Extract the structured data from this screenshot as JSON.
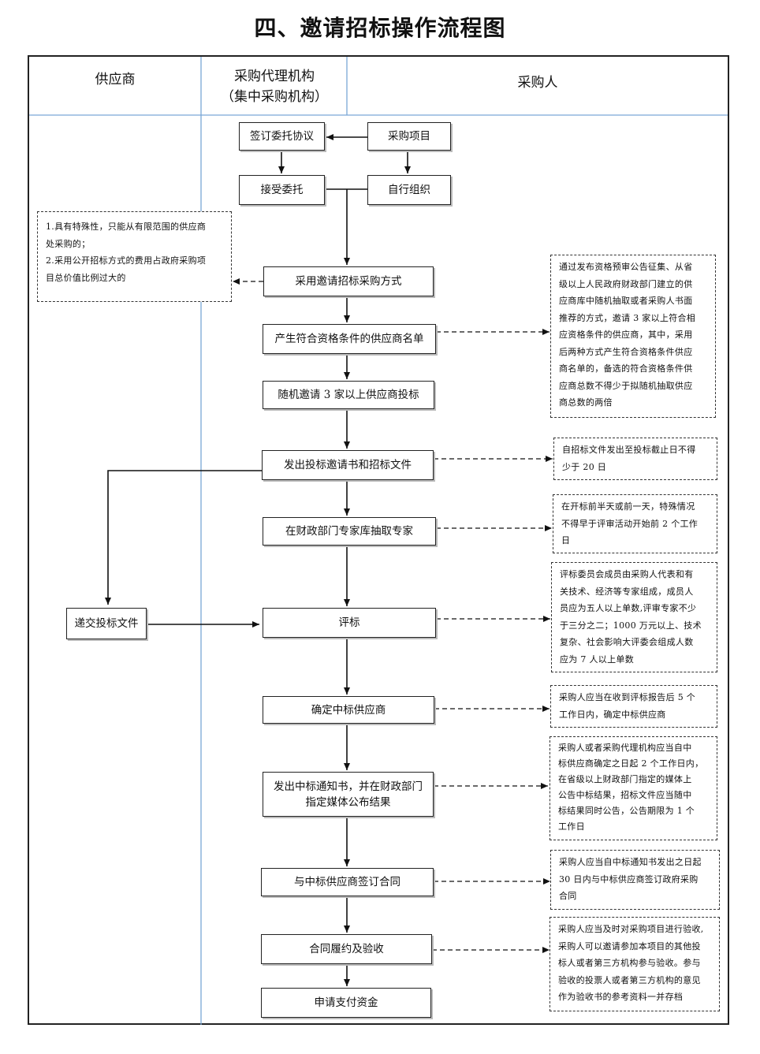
{
  "title": "四、邀请招标操作流程图",
  "lanes": {
    "supplier": "供应商",
    "agency": "采购代理机构\n（集中采购机构）",
    "purchaser": "采购人"
  },
  "boxes": {
    "sign": "签订委托协议",
    "project": "采购项目",
    "accept": "接受委托",
    "self": "自行组织",
    "method": "采用邀请招标采购方式",
    "list": "产生符合资格条件的供应商名单",
    "invite": "随机邀请 3 家以上供应商投标",
    "issue": "发出投标邀请书和招标文件",
    "expert": "在财政部门专家库抽取专家",
    "submit": "递交投标文件",
    "evaluate": "评标",
    "winner": "确定中标供应商",
    "notice": "发出中标通知书，并在财政部门\n指定媒体公布结果",
    "contract": "与中标供应商签订合同",
    "acceptance": "合同履约及验收",
    "payment": "申请支付资金"
  },
  "notes": {
    "conditions": "1.具有特殊性，只能从有限范围的供应商\n处采购的；\n2.采用公开招标方式的费用占政府采购项\n目总价值比例过大的",
    "list_rule": "通过发布资格预审公告征集、从省\n级以上人民政府财政部门建立的供\n应商库中随机抽取或者采购人书面\n推荐的方式，邀请 3 家以上符合相\n应资格条件的供应商，其中，采用\n后两种方式产生符合资格条件供应\n商名单的，备选的符合资格条件供\n应商总数不得少于拟随机抽取供应\n商总数的两倍",
    "issue_rule": "自招标文件发出至投标截止日不得\n少于 20 日",
    "expert_rule": "在开标前半天或前一天，特殊情况\n不得早于评审活动开始前 2 个工作\n日",
    "evaluate_rule": "评标委员会成员由采购人代表和有\n关技术、经济等专家组成，成员人\n员应为五人以上单数,评审专家不少\n于三分之二；1000 万元以上、技术\n复杂、社会影响大评委会组成人数\n应为 7 人以上单数",
    "winner_rule": "采购人应当在收到评标报告后 5 个\n工作日内，确定中标供应商",
    "notice_rule": "采购人或者采购代理机构应当自中\n标供应商确定之日起 2 个工作日内，\n在省级以上财政部门指定的媒体上\n公告中标结果，招标文件应当随中\n标结果同时公告，公告期限为 1 个\n工作日",
    "contract_rule": "采购人应当自中标通知书发出之日起\n30 日内与中标供应商签订政府采购\n合同",
    "acceptance_rule": "采购人应当及时对采购项目进行验收,\n采购人可以邀请参加本项目的其他投\n标人或者第三方机构参与验收。参与\n验收的投票人或者第三方机构的意见\n作为验收书的参考资料一并存档"
  },
  "colors": {
    "lane_line": "#7aa7d6",
    "stroke": "#222222"
  }
}
